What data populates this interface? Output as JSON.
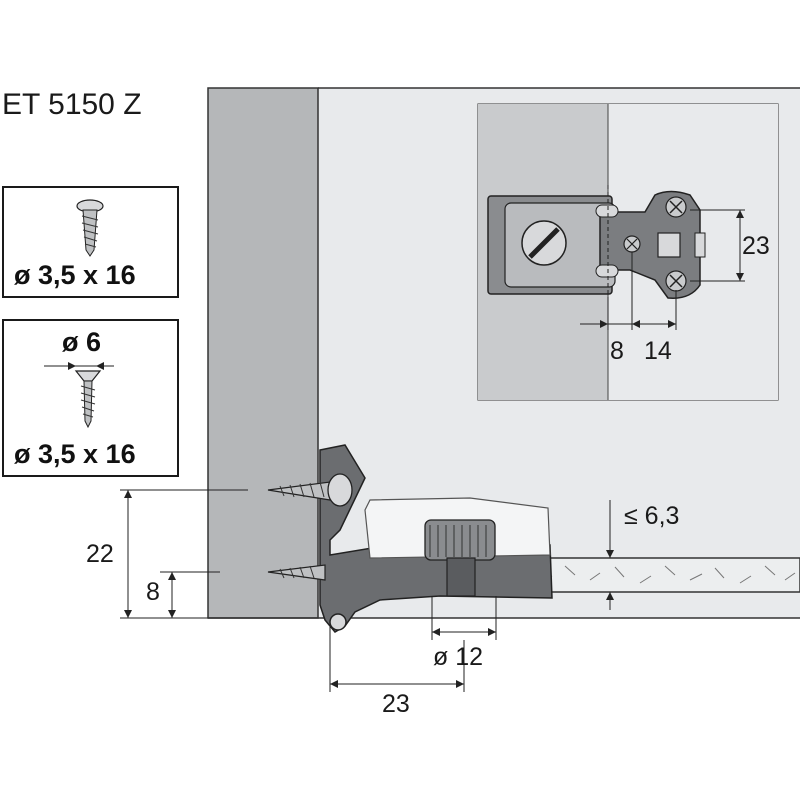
{
  "title": "ET 5150 Z",
  "screw_box_1": {
    "label": "ø 3,5 x 16"
  },
  "screw_box_2": {
    "top_label": "ø 6",
    "label": "ø 3,5 x 16"
  },
  "dimensions": {
    "hinge_height": "23",
    "offset_a": "8",
    "offset_b": "14",
    "panel_thickness": "≤ 6,3",
    "height_22": "22",
    "height_8": "8",
    "diameter": "ø 12",
    "width_23": "23"
  },
  "colors": {
    "wall": "#b5b7b9",
    "door_light": "#e4e6e8",
    "door_shade": "#c9cbcd",
    "metal_dark": "#6b6d70",
    "line": "#1a1a1a"
  }
}
